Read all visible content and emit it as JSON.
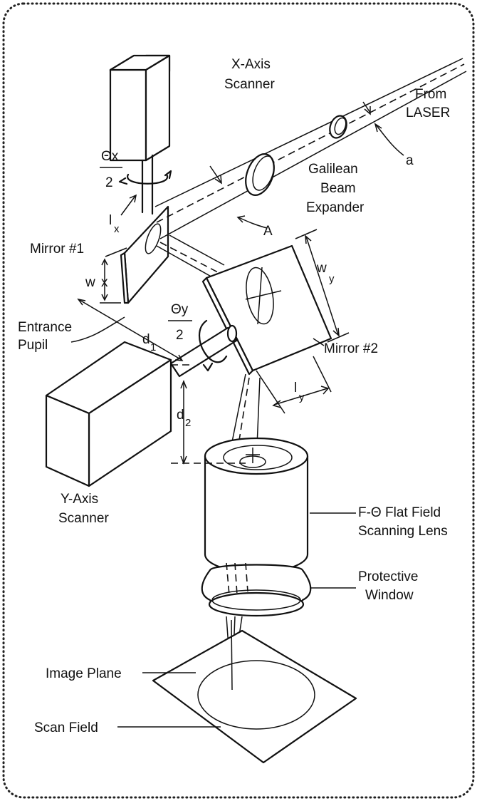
{
  "labels": {
    "x_axis_scanner": [
      "X-Axis",
      "Scanner"
    ],
    "y_axis_scanner": [
      "Y-Axis",
      "Scanner"
    ],
    "from_laser": [
      "From",
      "LASER"
    ],
    "galilean": [
      "Galilean",
      "Beam",
      "Expander"
    ],
    "mirror1": "Mirror #1",
    "mirror2": "Mirror #2",
    "entrance_pupil": [
      "Entrance",
      "Pupil"
    ],
    "ftheta_lens": [
      "F-Θ Flat Field",
      "Scanning Lens"
    ],
    "protective_window": [
      "Protective",
      "Window"
    ],
    "image_plane": "Image Plane",
    "scan_field": "Scan Field",
    "a_small": "a",
    "a_large": "A",
    "theta_x": "Θx",
    "theta_y": "Θy",
    "two": "2",
    "lx": "l",
    "lx_sub": "x",
    "ly": "l",
    "ly_sub": "y",
    "wx": "w",
    "wx_sub": "x",
    "wy": "w",
    "wy_sub": "y",
    "d1": "d",
    "d1_sub": "1",
    "d2": "d",
    "d2_sub": "2"
  },
  "colors": {
    "ink": "#111111",
    "background": "#ffffff",
    "frame_dots": "#222222"
  }
}
